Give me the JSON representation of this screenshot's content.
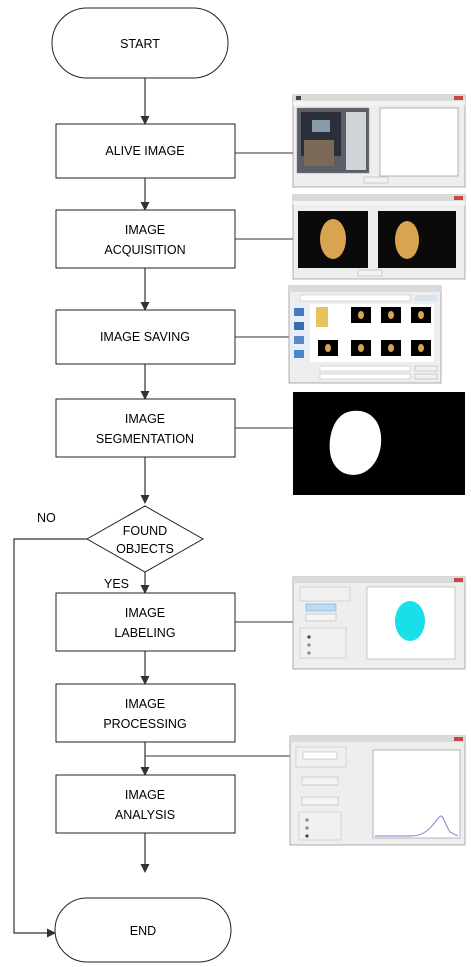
{
  "flowchart": {
    "start": "START",
    "alive_image": "ALIVE IMAGE",
    "image_acquisition": [
      "IMAGE",
      "ACQUISITION"
    ],
    "image_saving": "IMAGE SAVING",
    "image_segmentation": [
      "IMAGE",
      "SEGMENTATION"
    ],
    "decision": [
      "FOUND",
      "OBJECTS"
    ],
    "no_label": "NO",
    "yes_label": "YES",
    "image_labeling": [
      "IMAGE",
      "LABELING"
    ],
    "image_processing": [
      "IMAGE",
      "PROCESSING"
    ],
    "image_analysis": [
      "IMAGE",
      "ANALYSIS"
    ],
    "end": "END"
  },
  "colors": {
    "object_cyan": "#19e0e8",
    "object_fruit": "#d9a452",
    "plot_curve": "#9b8fd8"
  },
  "thumbnails": [
    "webcam-window-screenshot",
    "acquisition-window-screenshot",
    "save-dialog-screenshot",
    "segmentation-mask-image",
    "labeling-window-screenshot",
    "analysis-window-screenshot"
  ]
}
